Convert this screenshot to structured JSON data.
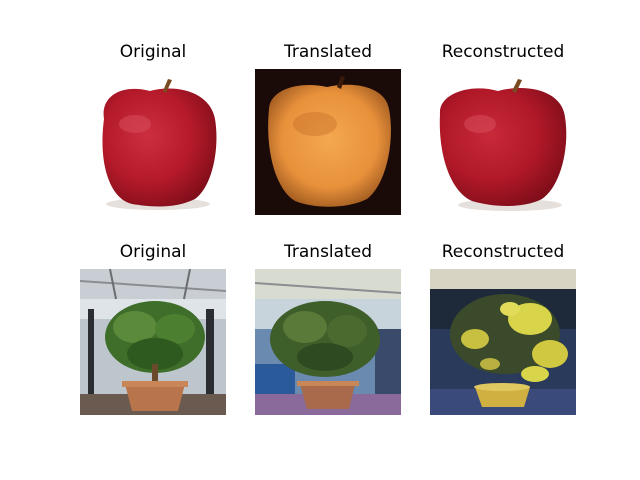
{
  "figure": {
    "panels": [
      {
        "title": "Original",
        "content": "red apple on white background"
      },
      {
        "title": "Translated",
        "content": "orange apple on dark background"
      },
      {
        "title": "Reconstructed",
        "content": "red apple on white background"
      },
      {
        "title": "Original",
        "content": "potted green tree indoors"
      },
      {
        "title": "Translated",
        "content": "potted green tree indoors, distorted colors"
      },
      {
        "title": "Reconstructed",
        "content": "tree with yellow blotches on dark background"
      }
    ]
  },
  "colors": {
    "apple_red": "#b51a2a",
    "apple_orange": "#e8913b",
    "dark_bg": "#1a0a08",
    "leaf_green": "#3f6e2a",
    "pot_brown": "#b8744a",
    "yellow_blotch": "#d9d54a"
  }
}
